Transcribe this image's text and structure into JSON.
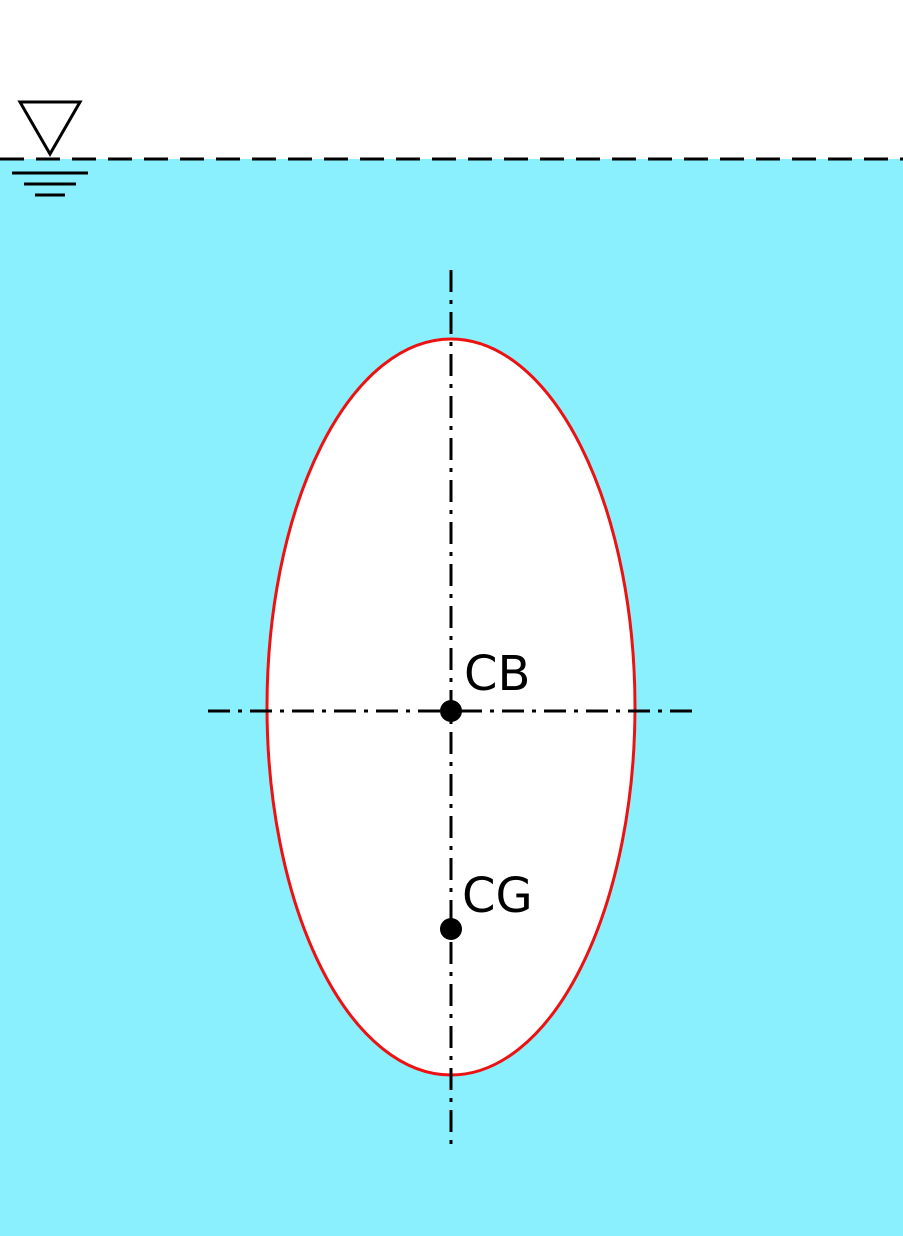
{
  "diagram": {
    "colors": {
      "water": "#8BF0FE",
      "air": "#FFFFFF",
      "body_outline": "#EE1111",
      "body_fill": "#FFFFFF",
      "lines": "#000000"
    },
    "icons": {
      "water_surface_symbol": "water-level-triangle-icon"
    },
    "points": [
      {
        "key": "cb",
        "label": "CB"
      },
      {
        "key": "cg",
        "label": "CG"
      }
    ]
  }
}
